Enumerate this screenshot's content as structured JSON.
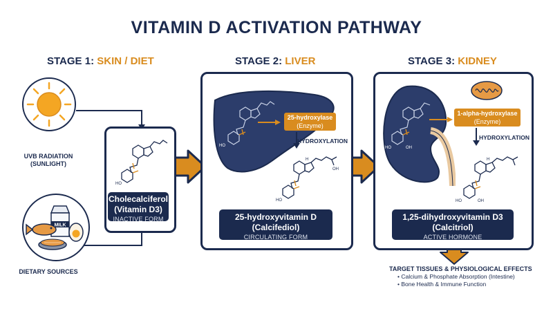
{
  "title": "VITAMIN D ACTIVATION PATHWAY",
  "stage1": {
    "heading_prefix": "STAGE 1: ",
    "heading_highlight": "SKIN / DIET",
    "uvb_label_line1": "UVB RADIATION",
    "uvb_label_line2": "(SUNLIGHT)",
    "milk_text": "MILK",
    "diet_label": "DIETARY SOURCES",
    "compound_line1": "Cholecalciferol",
    "compound_line2": "(Vitamin D3)",
    "compound_form": "INACTIVE FORM",
    "mol_label_ho": "HO"
  },
  "stage2": {
    "heading_prefix": "STAGE 2: ",
    "heading_highlight": "LIVER",
    "enzyme_name": "25-hydroxylase",
    "enzyme_sub": "(Enzyme)",
    "process": "HYDROXYLATION",
    "compound_line1": "25-hydroxyvitamin D",
    "compound_line2": "(Calcifediol)",
    "compound_form": "CIRCULATING FORM",
    "mol_label_h": "H",
    "mol_label_ho": "HO",
    "mol_label_oh": "OH"
  },
  "stage3": {
    "heading_prefix": "STAGE 3: ",
    "heading_highlight": "KIDNEY",
    "enzyme_name": "1-alpha-hydroxylase",
    "enzyme_sub": "(Enzyme)",
    "process": "HYDROXYLATION",
    "compound_line1": "1,25-dihydroxyvitamin D3",
    "compound_line2": "(Calcitriol)",
    "compound_form": "ACTIVE HORMONE",
    "mol_label_h": "H",
    "mol_label_ho": "HO",
    "mol_label_oh": "OH"
  },
  "targets": {
    "heading": "TARGET TISSUES & PHYSIOLOGICAL EFFECTS",
    "items": [
      "• Calcium & Phosphate Absorption (Intestine)",
      "• Bone Health & Immune Function"
    ]
  },
  "colors": {
    "navy": "#1b2a4e",
    "orange": "#d98c1f",
    "sun": "#f4a623",
    "organ": "#2c3d6b"
  },
  "icons": [
    "sun-icon",
    "milk-carton-icon",
    "fish-icon",
    "egg-icon",
    "liver-icon",
    "kidney-icon",
    "mitochondrion-icon",
    "molecule-icon"
  ]
}
